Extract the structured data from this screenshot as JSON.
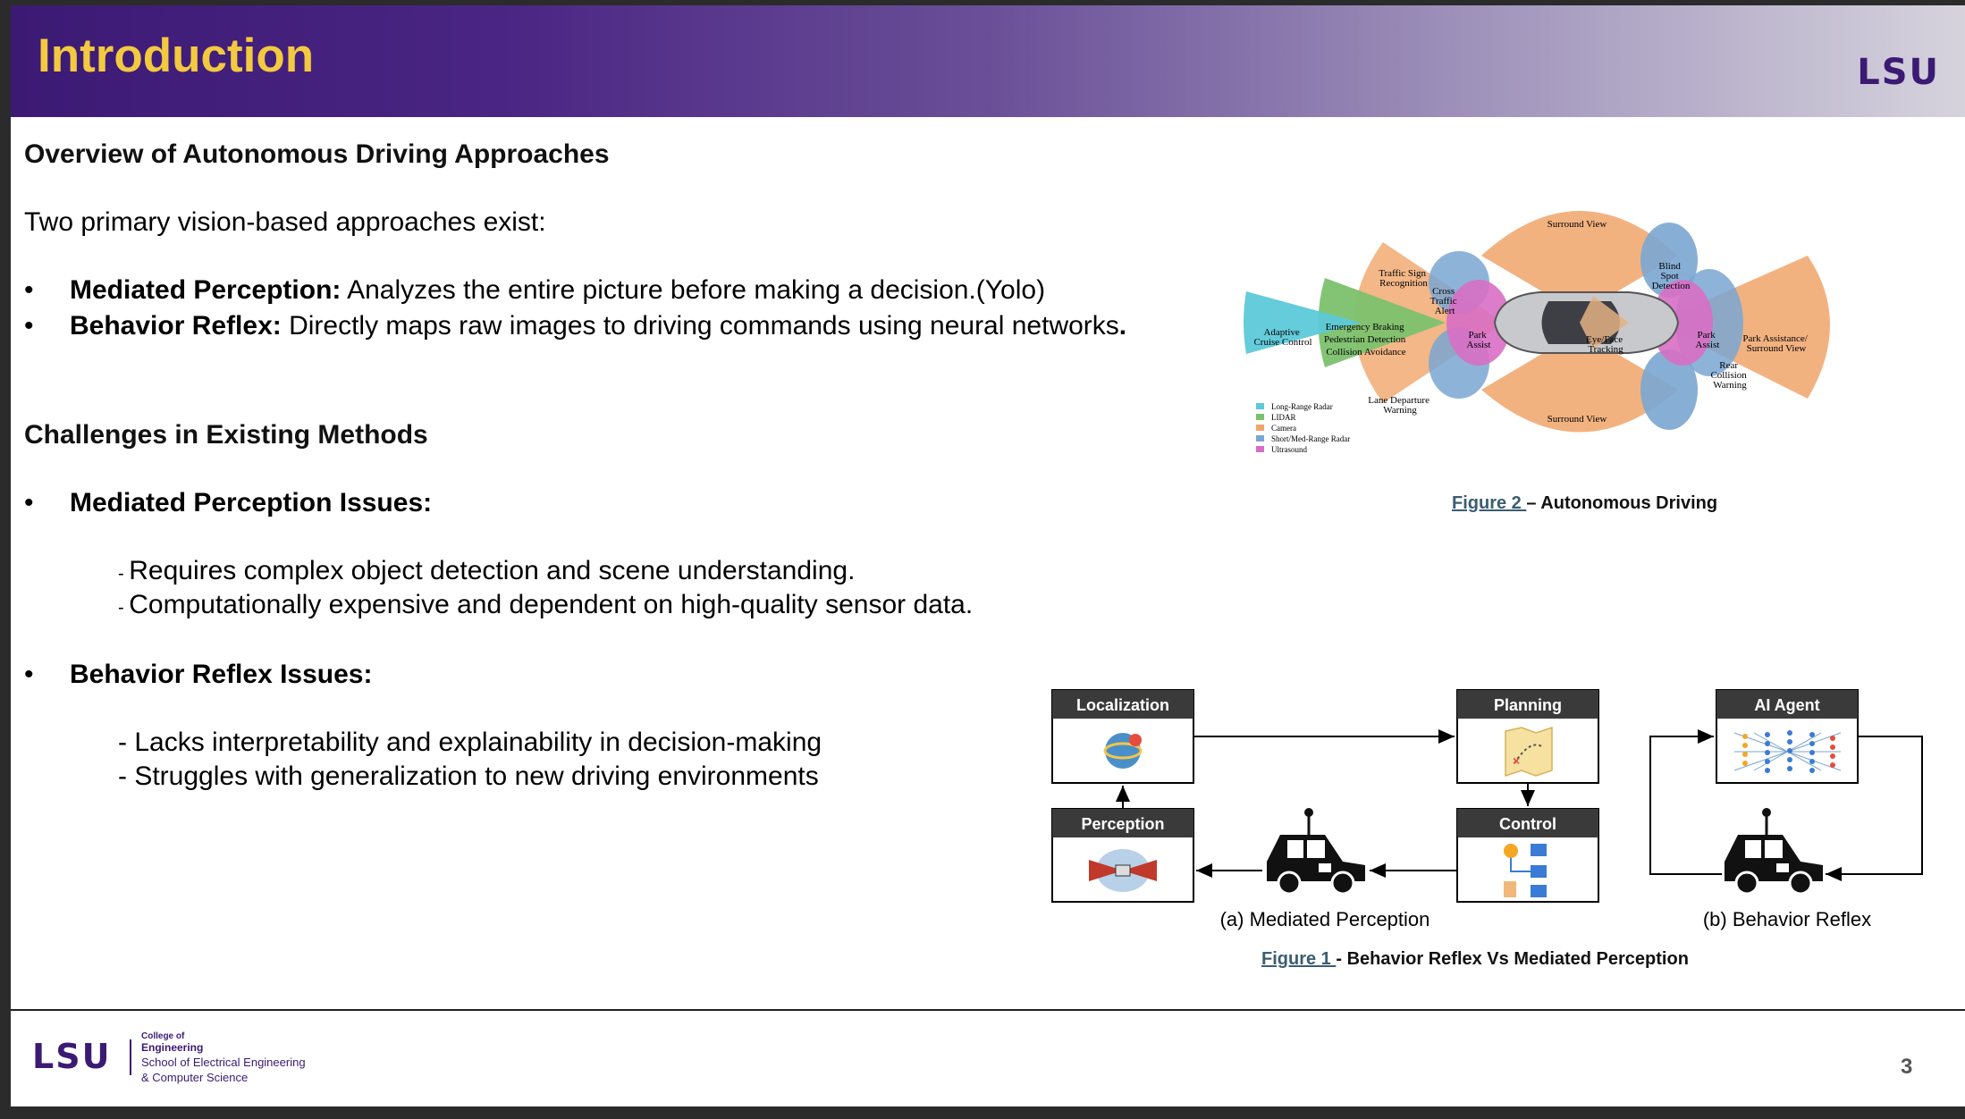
{
  "header": {
    "title": "Introduction",
    "logo_text": "LSU"
  },
  "overview": {
    "heading": "Overview of Autonomous Driving Approaches",
    "intro": "Two primary vision-based approaches exist:",
    "bullets": [
      {
        "term": "Mediated Perception:",
        "text": " Analyzes the entire picture before making a decision.(Yolo)"
      },
      {
        "term": "Behavior Reflex:",
        "text": " Directly maps raw images to driving commands using neural networks",
        "end": "."
      }
    ]
  },
  "challenges": {
    "heading": "Challenges in Existing Methods",
    "mediated_title": "Mediated Perception Issues:",
    "mediated_items": [
      {
        "dash": "- ",
        "text": "Requires complex object detection and scene understanding."
      },
      {
        "dash": "- ",
        "text": "Computationally expensive and dependent on high-quality sensor data."
      }
    ],
    "reflex_title": "Behavior Reflex Issues:",
    "reflex_items": [
      "- Lacks interpretability and explainability in decision-making",
      "- Struggles with generalization to new driving environments"
    ],
    "bullet_glyph": "•"
  },
  "figure2": {
    "link": "Figure 2 ",
    "caption": "– Autonomous Driving",
    "labels": {
      "surround_top": "Surround View",
      "surround_bottom": "Surround View",
      "traffic_sign": [
        "Traffic Sign",
        "Recognition"
      ],
      "cross_traffic": [
        "Cross",
        "Traffic",
        "Alert"
      ],
      "blind_spot": [
        "Blind",
        "Spot",
        "Detection"
      ],
      "adaptive": [
        "Adaptive",
        "Cruise Control"
      ],
      "emergency": [
        "Emergency Braking",
        "Pedestrian Detection",
        "Collision Avoidance"
      ],
      "park_left": [
        "Park",
        "Assist"
      ],
      "eye_face": [
        "Eye/Face",
        "Tracking"
      ],
      "park_right": [
        "Park",
        "Assist"
      ],
      "park_assistance": [
        "Park Assistance/",
        "Surround View"
      ],
      "rear_collision": [
        "Rear",
        "Collision",
        "Warning"
      ],
      "lane_departure": [
        "Lane Departure",
        "Warning"
      ]
    },
    "legend": [
      {
        "label": "Long-Range Radar",
        "color": "#5cc9d8"
      },
      {
        "label": "LIDAR",
        "color": "#7cc16d"
      },
      {
        "label": "Camera",
        "color": "#f0a56a"
      },
      {
        "label": "Short/Med-Range Radar",
        "color": "#7aa6d2"
      },
      {
        "label": "Ultrasound",
        "color": "#d86ec4"
      }
    ]
  },
  "figure1": {
    "boxes": {
      "localization": "Localization",
      "planning": "Planning",
      "perception": "Perception",
      "control": "Control",
      "ai_agent": "AI Agent"
    },
    "sub_a": "(a) Mediated Perception",
    "sub_b": "(b) Behavior Reflex",
    "link": "Figure 1 ",
    "caption": " - Behavior Reflex Vs Mediated Perception"
  },
  "footer": {
    "logo_text": "LSU",
    "college_small": "College of",
    "college": "Engineering",
    "school_line1": "School of Electrical Engineering",
    "school_line2": "& Computer Science",
    "page_number": "3"
  },
  "colors": {
    "lsu_purple": "#3b1a74",
    "lsu_gold": "#f3c940",
    "box_header": "#3a3a3a"
  }
}
